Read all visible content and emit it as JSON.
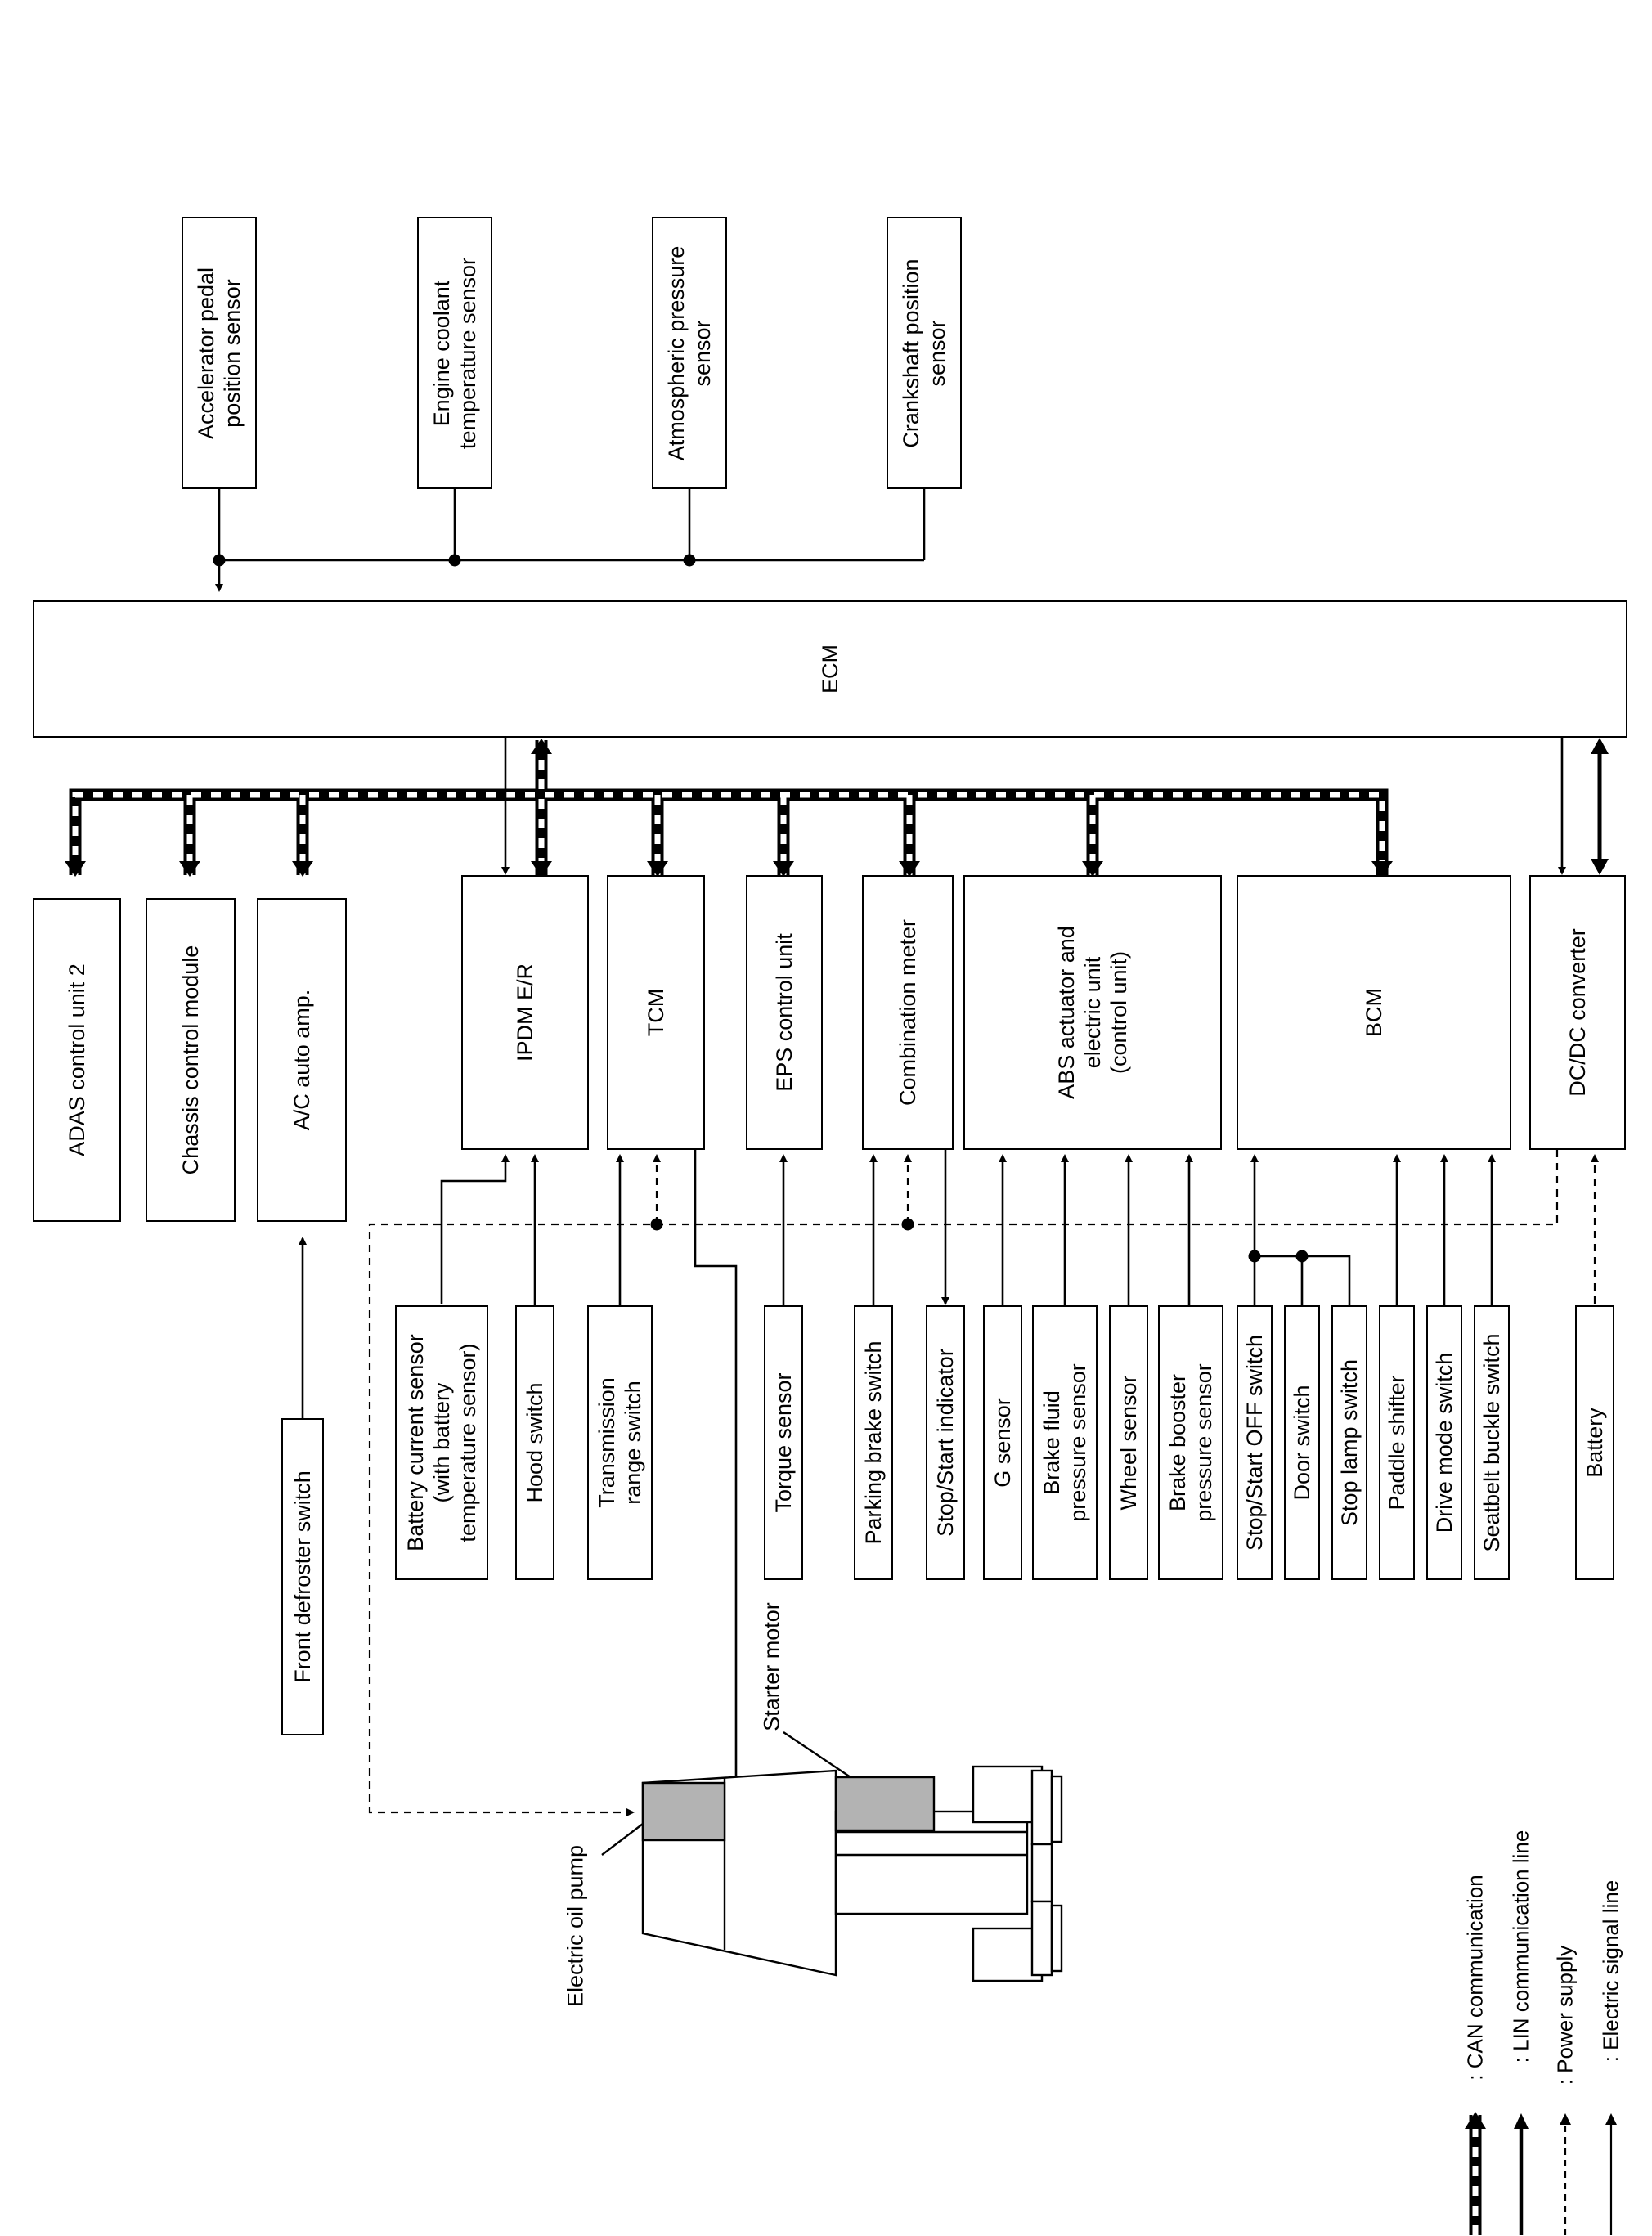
{
  "top_sensors": [
    {
      "id": "accel",
      "label": "Accelerator pedal\nposition sensor"
    },
    {
      "id": "coolant",
      "label": "Engine coolant\ntemperature sensor"
    },
    {
      "id": "atmos",
      "label": "Atmospheric pressure\nsensor"
    },
    {
      "id": "crank",
      "label": "Crankshaft position\nsensor"
    }
  ],
  "ecm": {
    "label": "ECM"
  },
  "modules": [
    {
      "id": "adas",
      "label": "ADAS control unit 2"
    },
    {
      "id": "chassis",
      "label": "Chassis control module"
    },
    {
      "id": "ac",
      "label": "A/C auto amp."
    },
    {
      "id": "ipdm",
      "label": "IPDM E/R"
    },
    {
      "id": "tcm",
      "label": "TCM"
    },
    {
      "id": "eps",
      "label": "EPS control unit"
    },
    {
      "id": "combo",
      "label": "Combination meter"
    },
    {
      "id": "abs",
      "label": "ABS actuator and\nelectric unit\n(control unit)"
    },
    {
      "id": "bcm",
      "label": "BCM"
    },
    {
      "id": "dcdc",
      "label": "DC/DC converter"
    }
  ],
  "inputs": [
    {
      "id": "frontdef",
      "label": "Front defroster switch"
    },
    {
      "id": "batcur",
      "label": "Battery current sensor\n(with battery\ntemperature sensor)"
    },
    {
      "id": "hood",
      "label": "Hood switch"
    },
    {
      "id": "trans",
      "label": "Transmission\nrange switch"
    },
    {
      "id": "torque",
      "label": "Torque sensor"
    },
    {
      "id": "parking",
      "label": "Parking brake switch"
    },
    {
      "id": "ssind",
      "label": "Stop/Start indicator"
    },
    {
      "id": "gsensor",
      "label": "G sensor"
    },
    {
      "id": "brakefluid",
      "label": "Brake fluid\npressure sensor"
    },
    {
      "id": "wheel",
      "label": "Wheel sensor"
    },
    {
      "id": "booster",
      "label": "Brake booster\npressure sensor"
    },
    {
      "id": "ssoff",
      "label": "Stop/Start OFF switch"
    },
    {
      "id": "door",
      "label": "Door switch"
    },
    {
      "id": "stoplamp",
      "label": "Stop lamp switch"
    },
    {
      "id": "paddle",
      "label": "Paddle shifter"
    },
    {
      "id": "drivemode",
      "label": "Drive mode switch"
    },
    {
      "id": "seatbelt",
      "label": "Seatbelt buckle switch"
    },
    {
      "id": "battery",
      "label": "Battery"
    }
  ],
  "engine_labels": {
    "starter": "Starter motor",
    "oil_pump": "Electric oil pump"
  },
  "legend": [
    {
      "id": "can",
      "label": ": CAN communication"
    },
    {
      "id": "lin",
      "label": ": LIN communication line"
    },
    {
      "id": "power",
      "label": ": Power supply"
    },
    {
      "id": "signal",
      "label": ": Electric signal line"
    }
  ],
  "colors": {
    "line": "#000000",
    "motor_fill": "#b3b3b3",
    "background": "#ffffff"
  }
}
